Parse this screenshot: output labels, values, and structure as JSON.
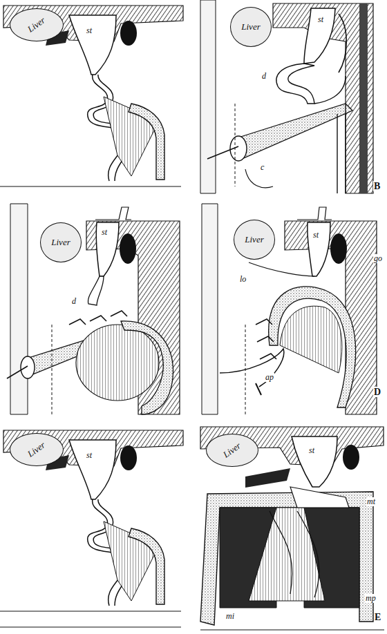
{
  "diagram": {
    "nodes": [
      {
        "text": [
          "Liver"
        ]
      },
      {
        "text": [
          "Liver"
        ]
      },
      {
        "text": [
          "Liver"
        ]
      },
      {
        "text": [
          "Liver"
        ]
      },
      {
        "text": [
          "Liver"
        ]
      },
      {
        "text": [
          "Liver"
        ]
      }
    ],
    "labels": [
      "st",
      "st",
      "d",
      "c",
      "B",
      "st",
      "d",
      "st",
      "lo",
      "go",
      "ap",
      "D",
      "st",
      "st",
      "mt",
      "mi",
      "mp",
      "E"
    ]
  }
}
